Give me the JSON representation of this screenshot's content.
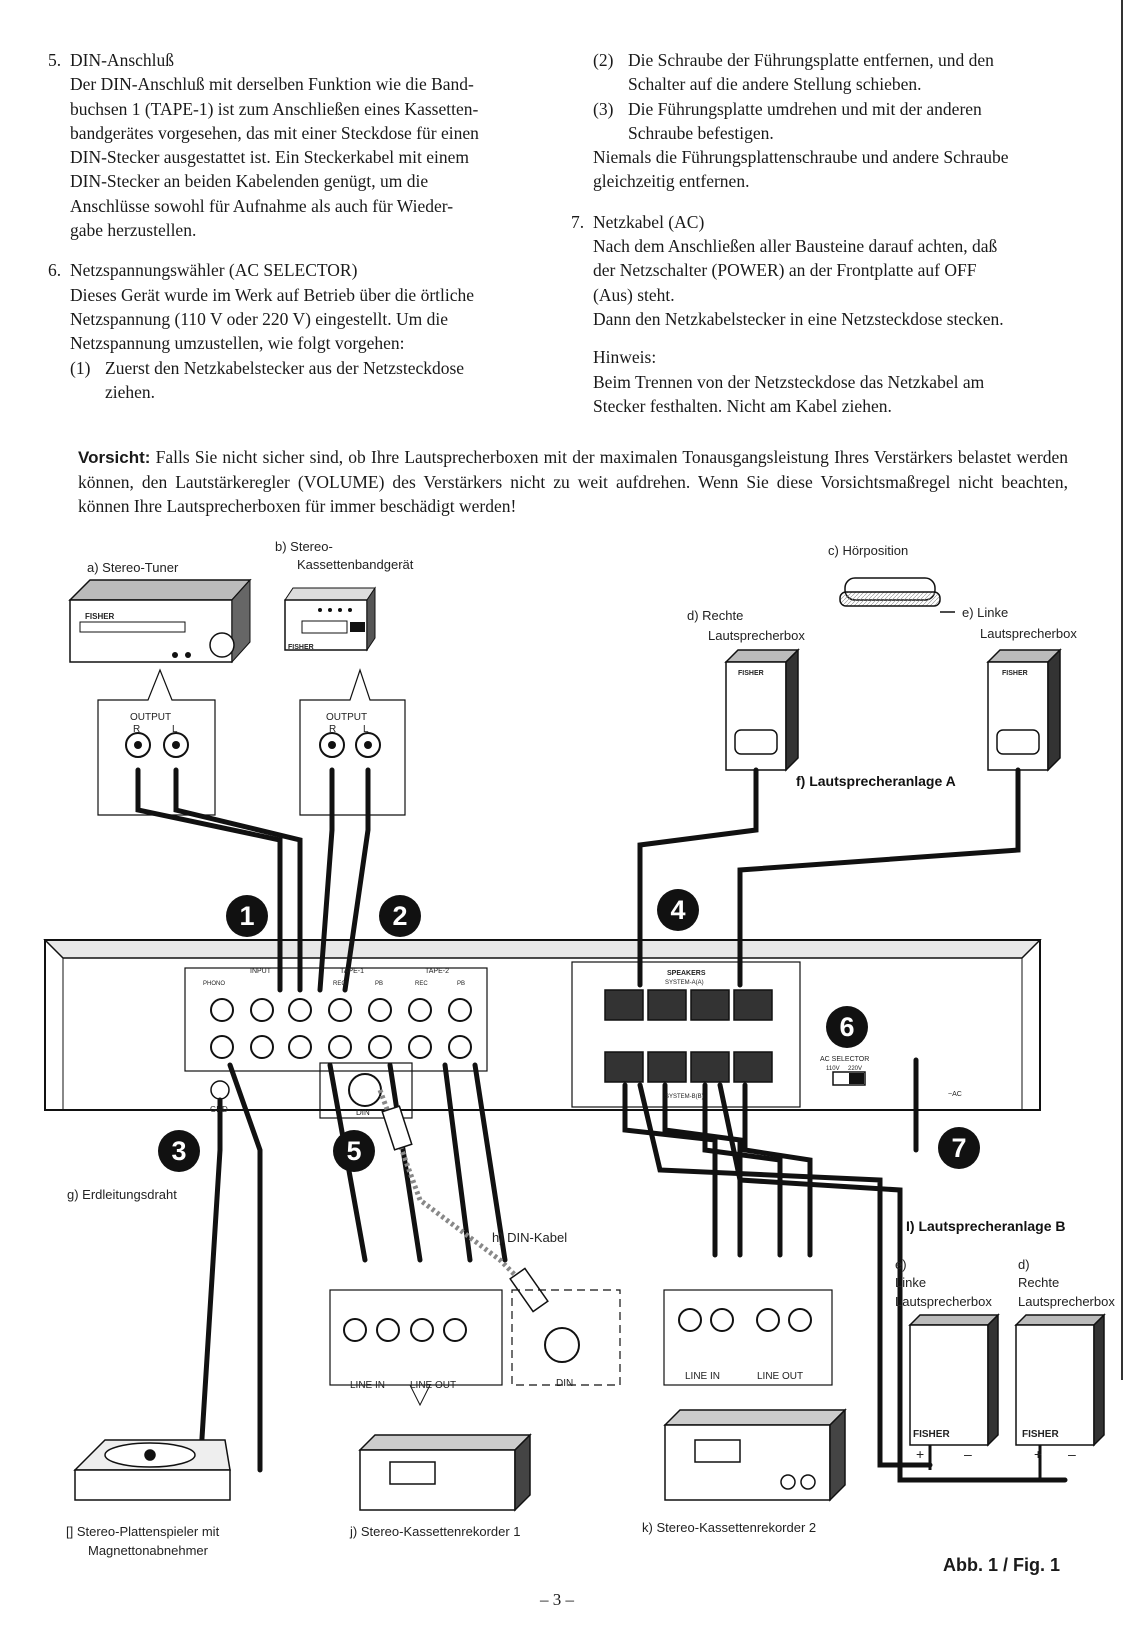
{
  "left_column": {
    "s5_num": "5.",
    "s5_title": "DIN-Anschluß",
    "s5_lines": [
      "Der DIN-Anschluß mit derselben Funktion wie die Band-",
      "buchsen 1 (TAPE-1) ist zum Anschließen eines Kassetten-",
      "bandgerätes vorgesehen, das mit einer Steckdose für einen",
      "DIN-Stecker ausgestattet ist. Ein Steckerkabel mit einem",
      "DIN-Stecker an beiden Kabelenden genügt, um die",
      "Anschlüsse sowohl für Aufnahme als auch für Wieder-",
      "gabe herzustellen."
    ],
    "s6_num": "6.",
    "s6_title": "Netzspannungswähler (AC SELECTOR)",
    "s6_lines": [
      "Dieses Gerät wurde im Werk auf Betrieb über die örtliche",
      "Netzspannung (110 V oder 220 V) eingestellt. Um die",
      "Netzspannung umzustellen, wie folgt vorgehen:"
    ],
    "s6_step1_num": "(1)",
    "s6_step1_a": "Zuerst den Netzkabelstecker aus der Netzsteckdose",
    "s6_step1_b": "ziehen."
  },
  "right_column": {
    "step2_num": "(2)",
    "step2_a": "Die Schraube der Führungsplatte entfernen, und den",
    "step2_b": "Schalter auf die andere Stellung schieben.",
    "step3_num": "(3)",
    "step3_a": "Die Führungsplatte umdrehen und mit der anderen",
    "step3_b": "Schraube befestigen.",
    "warn_a": "Niemals die Führungsplattenschraube und andere Schraube",
    "warn_b": "gleichzeitig entfernen.",
    "s7_num": "7.",
    "s7_title": "Netzkabel (AC)",
    "s7_lines": [
      "Nach dem Anschließen aller Bausteine darauf achten, daß",
      "der Netzschalter (POWER) an der Frontplatte auf OFF",
      "(Aus) steht.",
      "Dann den Netzkabelstecker in eine Netzsteckdose stecken."
    ],
    "hint_title": "Hinweis:",
    "hint_a": "Beim Trennen von der Netzsteckdose das Netzkabel am",
    "hint_b": "Stecker festhalten. Nicht am Kabel ziehen."
  },
  "caution": {
    "label": "Vorsicht:",
    "text": "Falls Sie nicht sicher sind, ob Ihre Lautsprecherboxen mit der maximalen Tonausgangsleistung Ihres Verstärkers belastet werden können, den Lautstärkeregler (VOLUME) des Verstärkers nicht zu weit aufdrehen. Wenn Sie diese Vorsichtsmaßregel nicht beachten, können Ihre Lautsprecherboxen für immer beschädigt werden!"
  },
  "diagram": {
    "a_tuner": "a) Stereo-Tuner",
    "b_line1": "b) Stereo-",
    "b_line2": "Kassettenbandgerät",
    "c_listening": "c) Hörposition",
    "d_line1": "d) Rechte",
    "d_line2": "Lautsprecherbox",
    "e_line1": "e) Linke",
    "e_line2": "Lautsprecherbox",
    "f_system_a": "f) Lautsprecheranlage A",
    "g_ground": "g) Erdleitungsdraht",
    "h_din": "h) DIN-Kabel",
    "i_system_b": "I) Lautsprecheranlage B",
    "eb_1": "e)",
    "eb_2": "Linke",
    "eb_3": "Lautsprecherbox",
    "db_1": "d)",
    "db_2": "Rechte",
    "db_3": "Lautsprecherbox",
    "turntable_1": "[] Stereo-Plattenspieler mit",
    "turntable_2": "Magnettonabnehmer",
    "j_deck1": "j) Stereo-Kassettenrekorder 1",
    "k_deck2": "k) Stereo-Kassettenrekorder 2",
    "output": "OUTPUT",
    "r": "R",
    "l": "L",
    "line_in": "LINE IN",
    "line_out": "LINE OUT",
    "din": "DIN",
    "gnd": "GND",
    "input": "INPUT",
    "tape1": "TAPE-1",
    "tape2": "TAPE-2",
    "phono": "PHONO",
    "rec": "REC",
    "pb": "PB",
    "speakers": "SPEAKERS",
    "system_a_small": "SYSTEM-A(A)",
    "system_b_small": "SYSTEM-B(B)",
    "ac_selector": "AC SELECTOR",
    "v_110": "110V",
    "v_220": "220V",
    "ac": "~AC",
    "brand": "FISHER",
    "plus": "+",
    "minus": "–",
    "badges": [
      "1",
      "2",
      "3",
      "4",
      "5",
      "6",
      "7"
    ]
  },
  "figure_label": "Abb. 1 / Fig. 1",
  "page_number": "– 3 –"
}
